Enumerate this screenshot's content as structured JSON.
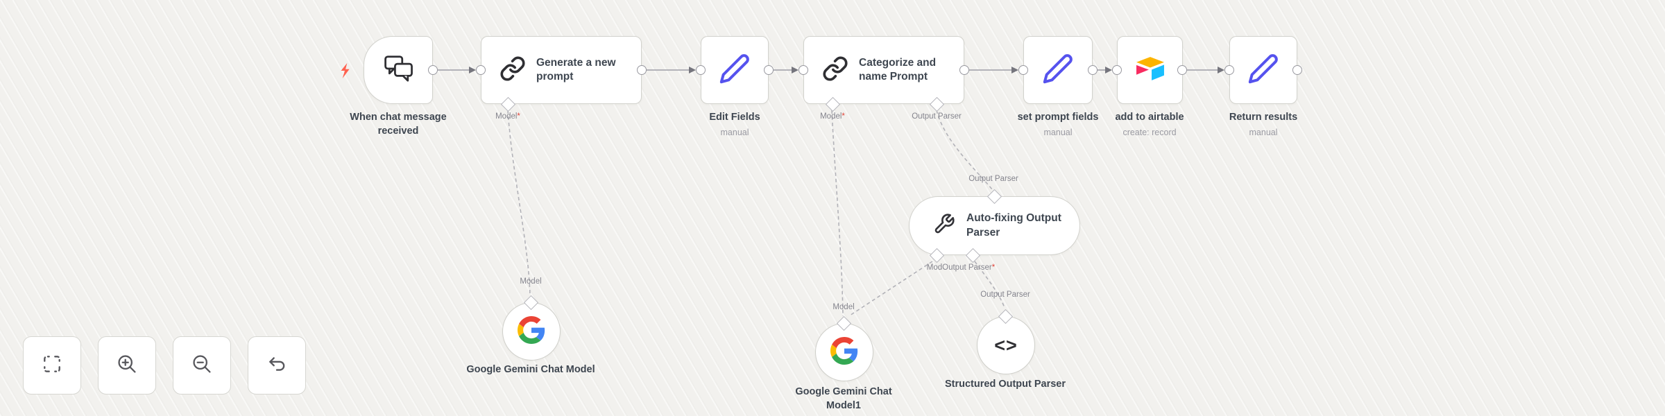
{
  "ui": {
    "required_marker": "*"
  },
  "canvas": {
    "background": "#f2f1ee",
    "accent_orange": "#ff6250",
    "wire_color": "#a9a9b0"
  },
  "nodes": {
    "chat_trigger": {
      "title": "When chat message received"
    },
    "generate_prompt": {
      "title": "Generate a new prompt",
      "model_port": "Model"
    },
    "edit_fields": {
      "title": "Edit Fields",
      "subtitle": "manual"
    },
    "categorize": {
      "title": "Categorize and name Prompt",
      "model_port": "Model",
      "parser_port": "Output Parser"
    },
    "set_prompt_fields": {
      "title": "set prompt fields",
      "subtitle": "manual"
    },
    "airtable": {
      "title": "add to airtable",
      "subtitle": "create: record",
      "brand_colors": {
        "yellow": "#FCB400",
        "pink": "#F82B60",
        "blue": "#18BFFF"
      }
    },
    "return_results": {
      "title": "Return results",
      "subtitle": "manual"
    }
  },
  "sub_nodes": {
    "gemini1": {
      "title": "Google Gemini Chat Model",
      "port_label": "Model"
    },
    "gemini2": {
      "title": "Google Gemini Chat Model1",
      "port_label": "Model"
    },
    "autofix": {
      "title": "Auto-fixing Output Parser",
      "top_port_label": "Output Parser",
      "bottom_port_label": "ModOutput Parser"
    },
    "structured": {
      "title": "Structured Output Parser",
      "port_label": "Output Parser",
      "glyph": "<>"
    }
  }
}
